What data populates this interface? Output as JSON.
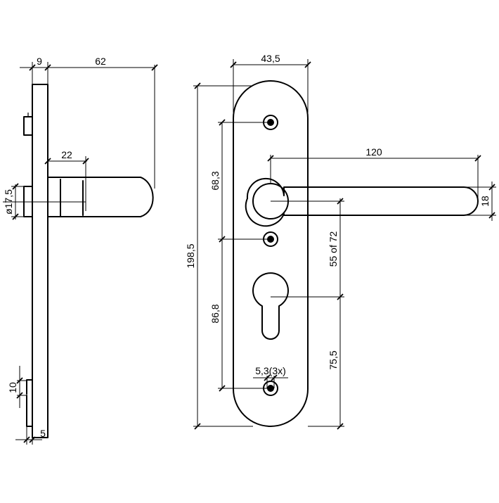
{
  "colors": {
    "line": "#000000",
    "background": "#ffffff"
  },
  "side_view": {
    "dim_plate_thickness": "9",
    "dim_handle_projection": "62",
    "dim_rose_width": "22",
    "dim_spindle_diameter": "ø17,5",
    "dim_tab_height": "10",
    "dim_tab_depth": "5"
  },
  "front_view": {
    "dim_plate_width": "43,5",
    "dim_handle_length": "120",
    "dim_handle_thickness": "18",
    "dim_plate_height": "198,5",
    "dim_upper_hole_distance": "68,3",
    "dim_lower_hole_distance": "86,8",
    "dim_centre_distance": "55 of 72",
    "dim_cylinder_to_bottom": "75,5",
    "dim_screw_holes": "5,3(3x)"
  }
}
